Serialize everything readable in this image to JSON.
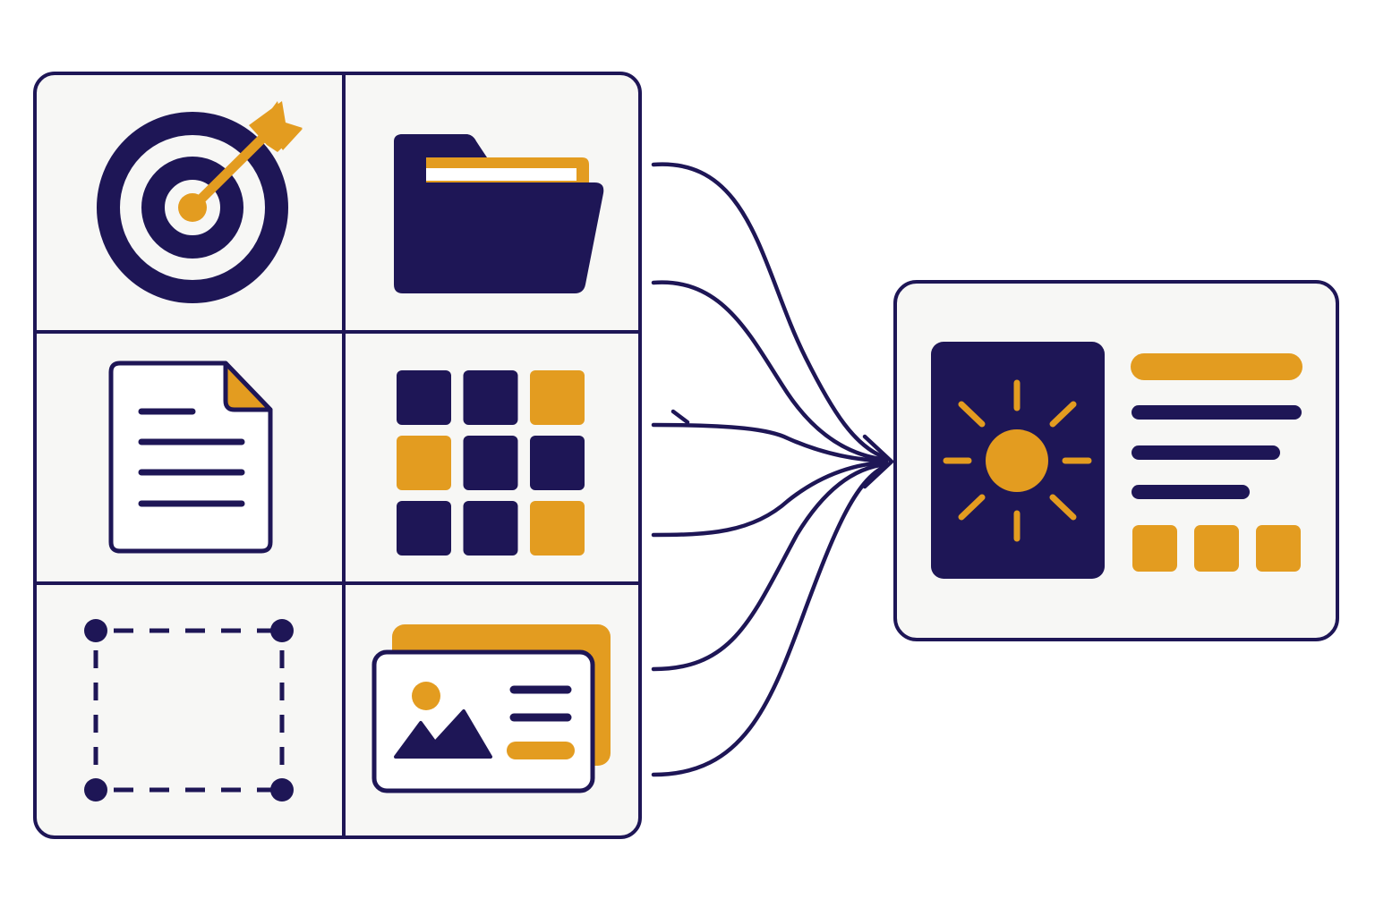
{
  "colors": {
    "navy": "#1e1656",
    "gold": "#e39c20",
    "panel": "#f7f7f5",
    "background": "#ffffff"
  },
  "source_grid": {
    "rows": 3,
    "columns": 2,
    "tiles": [
      {
        "icon": "target-with-arrow-icon"
      },
      {
        "icon": "folder-icon"
      },
      {
        "icon": "document-icon"
      },
      {
        "icon": "block-grid-icon"
      },
      {
        "icon": "dashed-selection-icon"
      },
      {
        "icon": "image-card-icon"
      }
    ]
  },
  "block_grid_pattern": [
    [
      "navy",
      "navy",
      "gold"
    ],
    [
      "gold",
      "navy",
      "navy"
    ],
    [
      "navy",
      "navy",
      "gold"
    ]
  ],
  "connectors": {
    "count": 6,
    "style": "curved lines converging into one arrowhead"
  },
  "output_card": {
    "image_icon": "sun-icon",
    "text_lines": [
      "gold",
      "navy",
      "navy",
      "navy"
    ],
    "chips": [
      "gold",
      "gold",
      "gold"
    ]
  }
}
